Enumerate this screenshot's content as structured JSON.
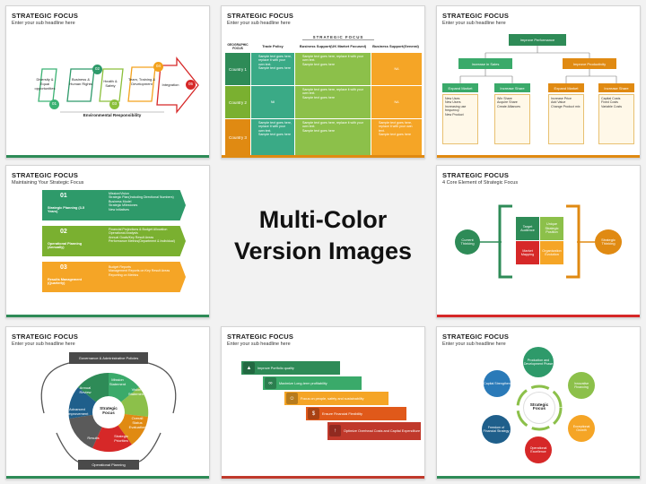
{
  "center": {
    "line1": "Multi-Color",
    "line2": "Version Images"
  },
  "slides": {
    "s1": {
      "title": "STRATEGIC FOCUS",
      "subtitle": "Enter your sub headline here",
      "nums": [
        "01",
        "02",
        "03",
        "04",
        "05"
      ],
      "labels": [
        "Diversity & Equal opportunities",
        "Business & Human Rights",
        "Health & Safety",
        "Team, Training & Development",
        "Integration"
      ],
      "footer": "Environmental Responsibility"
    },
    "s2": {
      "title": "STRATEGIC FOCUS",
      "subtitle": "Enter your sub headline here",
      "banner": "STRATEGIC FOCUS",
      "headers": [
        "GEOGRAPHIC FOCUS",
        "Trade Policy",
        "Business Support(UK Market Focused)",
        "Business Support(General)"
      ],
      "countries": [
        "Country 1",
        "Country 2",
        "Country 3"
      ],
      "bullet": "Sample text goes here, replace it with your own text.",
      "bullet_short": "Sample text goes here",
      "na": "NA",
      "nil": "Nil"
    },
    "s3": {
      "title": "STRATEGIC FOCUS",
      "subtitle": "Enter your sub headline here",
      "root": "Improve Performance",
      "mid": [
        "Increase in Sales",
        "Improve Productivity"
      ],
      "level3": [
        "Expand Market",
        "Increase Share",
        "Expand Market",
        "Increase Share"
      ],
      "leaves": [
        [
          "New Uses",
          "New Users",
          "Increasing use frequency",
          "New Product"
        ],
        [
          "Win Share",
          "Acquire Share",
          "Create Alliances"
        ],
        [
          "Increase Price",
          "Add Value",
          "Change Product mix"
        ],
        [
          "Capital Costs",
          "Fixed Costs",
          "Variable Costs"
        ]
      ]
    },
    "s4": {
      "title": "STRATEGIC FOCUS",
      "subtitle": "Maintaining Your Strategic Focus",
      "bands": [
        {
          "num": "01",
          "label": "Strategic Planning (3-5 Years)",
          "items": [
            "Mission/Vision",
            "Strategic Plan(Including Directional Numbers)",
            "Business Model",
            "Strategic Milestones",
            "New initiatives"
          ]
        },
        {
          "num": "02",
          "label": "Operational Planning (Annually)",
          "items": [
            "Financial Projections & Budget Allocation",
            "Operational Analysis",
            "Annual Goals/Key Result Areas",
            "Performance Metrics(Department & Individual)"
          ]
        },
        {
          "num": "03",
          "label": "Results Management (Quarterly)",
          "items": [
            "Budget Reports",
            "Management Reports on Key Result Areas",
            "Reporting on Metrics"
          ]
        }
      ]
    },
    "s5": {
      "title": "STRATEGIC FOCUS",
      "subtitle": "4 Core Element of Strategic Focus",
      "left": "Current Thinking",
      "right": "Strategic Thinking",
      "quads": [
        "Target Audience",
        "Unique Strategic Position",
        "Market Mapping",
        "Organization Evolution"
      ]
    },
    "s6": {
      "title": "STRATEGIC FOCUS",
      "subtitle": "Enter your sub headline here",
      "top": "Governance & Administrative Policies",
      "bottom": "Operational Planning",
      "center": "Strategic Focus",
      "ring": [
        "Mission Statement",
        "Vision Statement",
        "Overall Status Evaluation",
        "Strategic Priorities",
        "Results",
        "Advanced Improvement",
        "Annual Review"
      ]
    },
    "s7": {
      "title": "STRATEGIC FOCUS",
      "subtitle": "Enter your sub headline here",
      "steps": [
        "Improve Portfolio quality",
        "Maximize Long-term profitability",
        "Focus on people, safety and sustainability",
        "Ensure Financial Flexibility",
        "Optimize Overhead Costs and Capital Expenditure"
      ]
    },
    "s8": {
      "title": "STRATEGIC FOCUS",
      "subtitle": "Enter your sub headline here",
      "center": "Strategic Focus",
      "items": [
        "Production and Development Phase",
        "Innovative Financing",
        "Exceptional Growth",
        "Operational Excellence",
        "Freedom of Financial Strategy",
        "Capital Strengthen"
      ]
    }
  }
}
